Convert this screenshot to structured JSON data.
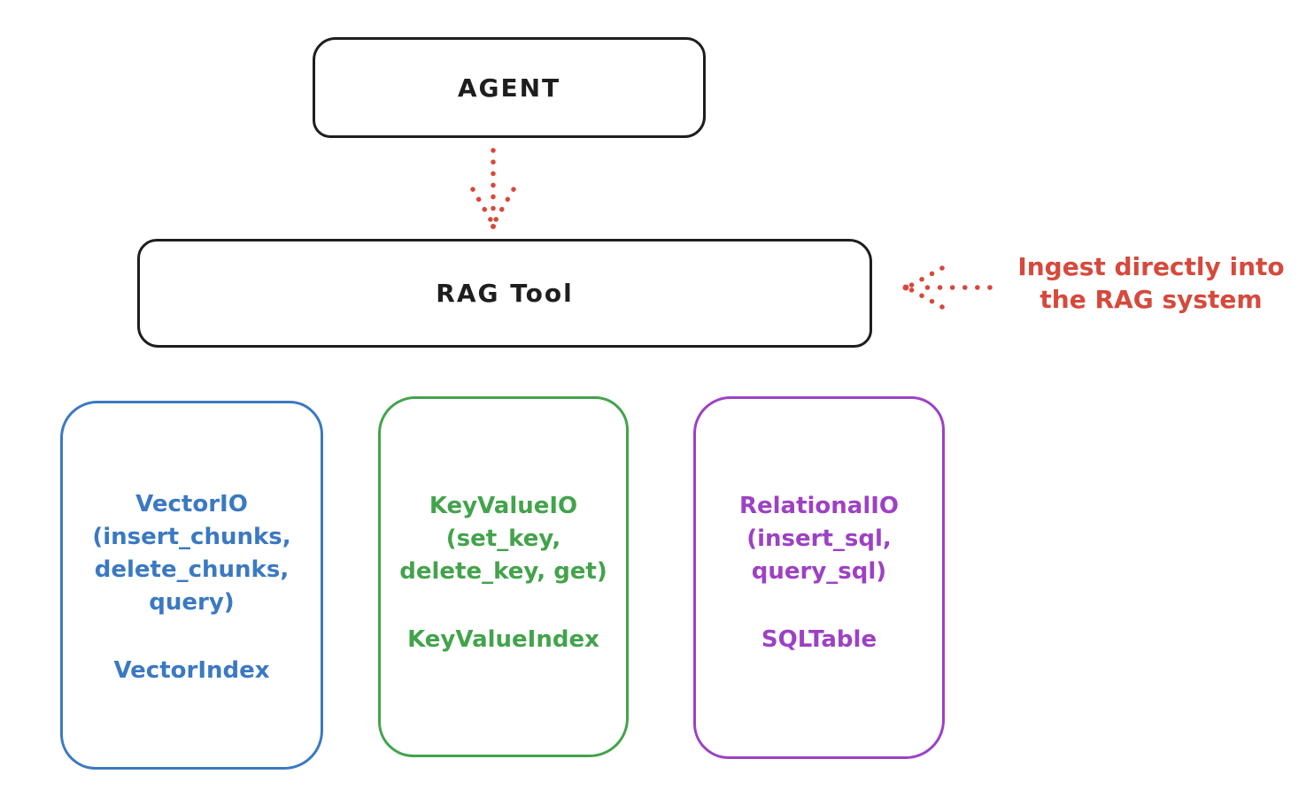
{
  "diagram": {
    "agent": {
      "label": "AGENT"
    },
    "rag_tool": {
      "label": "RAG Tool"
    },
    "annotation": {
      "line1": "Ingest directly into",
      "line2": "the RAG system"
    },
    "backends": [
      {
        "name": "VectorIO",
        "params": [
          "(insert_chunks,",
          "delete_chunks,",
          "query)"
        ],
        "index": "VectorIndex",
        "color": "#3b79c2"
      },
      {
        "name": "KeyValueIO",
        "params": [
          "(set_key,",
          "delete_key, get)"
        ],
        "index": "KeyValueIndex",
        "color": "#43a34c"
      },
      {
        "name": "RelationalIO",
        "params": [
          "(insert_sql,",
          "query_sql)"
        ],
        "index": "SQLTable",
        "color": "#9d41c4"
      }
    ],
    "colors": {
      "ink": "#1e1e1e",
      "arrow_red": "#d6493c",
      "background": "#ffffff"
    }
  }
}
